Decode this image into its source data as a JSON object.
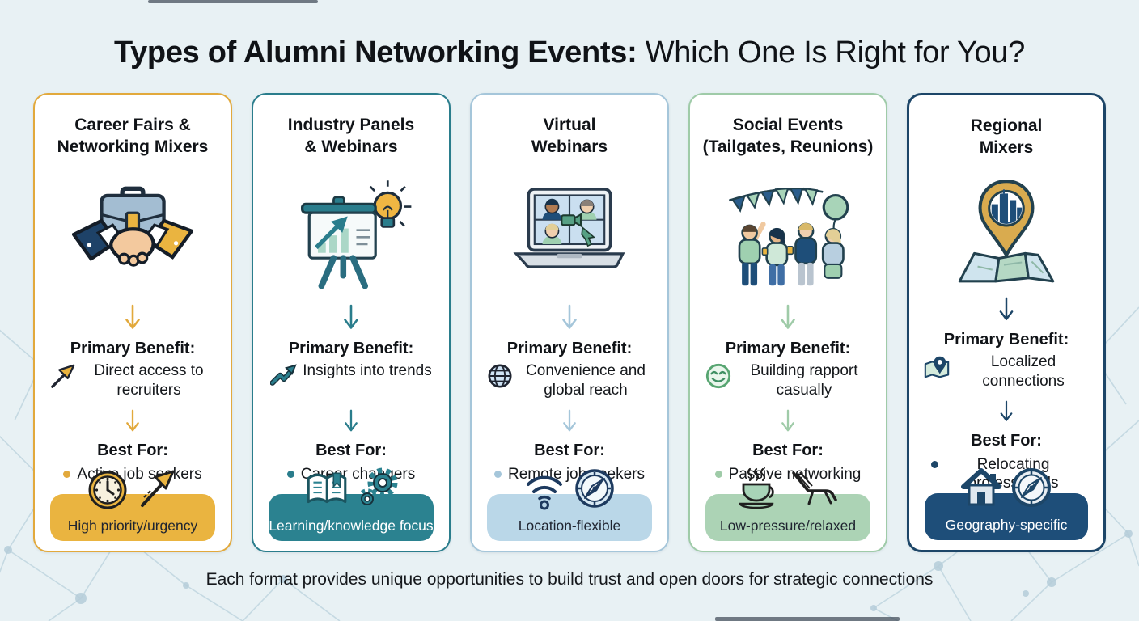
{
  "title": {
    "emphasis": "Types of Alumni Networking Events:",
    "rest": "Which One Is Right for You?"
  },
  "section_labels": {
    "primary_benefit": "Primary Benefit:",
    "best_for": "Best For:"
  },
  "footer": "Each format provides unique opportunities to build trust and open doors for strategic connections",
  "colors": {
    "background": "#E8F1F4",
    "network_pattern": "#BCD3DD",
    "text": "#15181C"
  },
  "cards": [
    {
      "title_line1": "Career Fairs &",
      "title_line2": "Networking Mixers",
      "accent": "#E2A93C",
      "icon": "handshake-briefcase",
      "benefit_icon": "cursor-arrow",
      "benefit": "Direct access to recruiters",
      "best_for": "Active job seekers",
      "badge": {
        "label": "High priority/urgency",
        "bg": "#EAB440",
        "text_color": "#1F2430",
        "icons": [
          "clock",
          "rising-arrow"
        ]
      }
    },
    {
      "title_line1": "Industry Panels",
      "title_line2": "& Webinars",
      "accent": "#2A7D8C",
      "icon": "presentation-chart-lightbulb",
      "benefit_icon": "trend-up-arrow",
      "benefit": "Insights into trends",
      "best_for": "Career changers",
      "badge": {
        "label": "Learning/knowledge focus",
        "bg": "#2B8290",
        "text_color": "#FFFFFF",
        "icons": [
          "open-book",
          "gears"
        ]
      }
    },
    {
      "title_line1": "Virtual",
      "title_line2": "Webinars",
      "accent": "#A5C6DA",
      "icon": "laptop-video-call",
      "benefit_icon": "globe",
      "benefit": "Convenience and global reach",
      "best_for": "Remote job seekers",
      "badge": {
        "label": "Location-flexible",
        "bg": "#BAD7E8",
        "text_color": "#1F2430",
        "icons": [
          "wifi",
          "compass"
        ]
      }
    },
    {
      "title_line1": "Social Events",
      "title_line2": "(Tailgates, Reunions)",
      "accent": "#9FCBA8",
      "icon": "party-people",
      "benefit_icon": "smiley",
      "benefit": "Building rapport casually",
      "best_for": "Passive networking",
      "badge": {
        "label": "Low-pressure/relaxed",
        "bg": "#ACD3B5",
        "text_color": "#1F2430",
        "icons": [
          "coffee-cup",
          "lounge-chair"
        ]
      }
    },
    {
      "title_line1": "Regional",
      "title_line2": "Mixers",
      "accent": "#1D4668",
      "icon": "map-pin-city",
      "benefit_icon": "map-pin",
      "benefit": "Localized connections",
      "best_for": "Relocating professionals",
      "badge": {
        "label": "Geography-specific",
        "bg": "#1E4E79",
        "text_color": "#FFFFFF",
        "icons": [
          "house",
          "compass"
        ]
      }
    }
  ]
}
